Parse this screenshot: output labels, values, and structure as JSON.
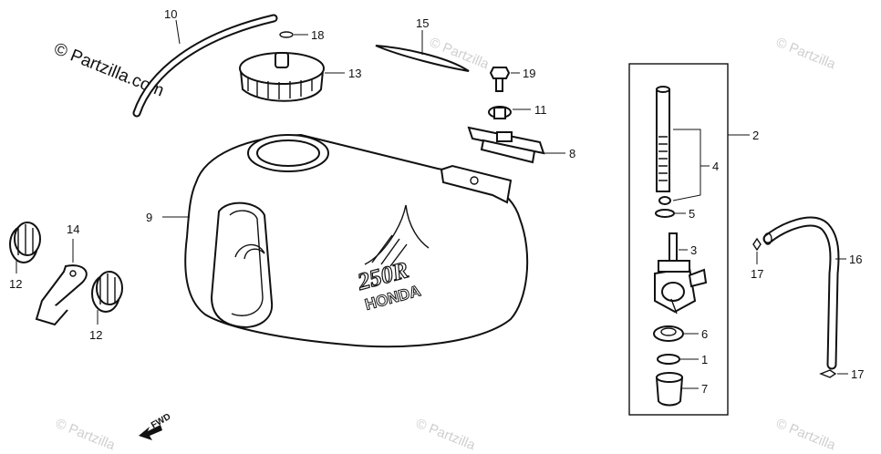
{
  "watermarks": {
    "main": "© Partzilla.com",
    "faint": "© Partzilla"
  },
  "fwd_label": "FWD",
  "decal_text": {
    "model": "250R",
    "brand": "HONDA"
  },
  "callouts": {
    "c1": "1",
    "c2": "2",
    "c3": "3",
    "c4": "4",
    "c5": "5",
    "c6": "6",
    "c7": "7",
    "c8": "8",
    "c9": "9",
    "c10": "10",
    "c11": "11",
    "c12a": "12",
    "c12b": "12",
    "c13": "13",
    "c14": "14",
    "c15": "15",
    "c16": "16",
    "c17a": "17",
    "c17b": "17",
    "c18": "18",
    "c19": "19"
  }
}
